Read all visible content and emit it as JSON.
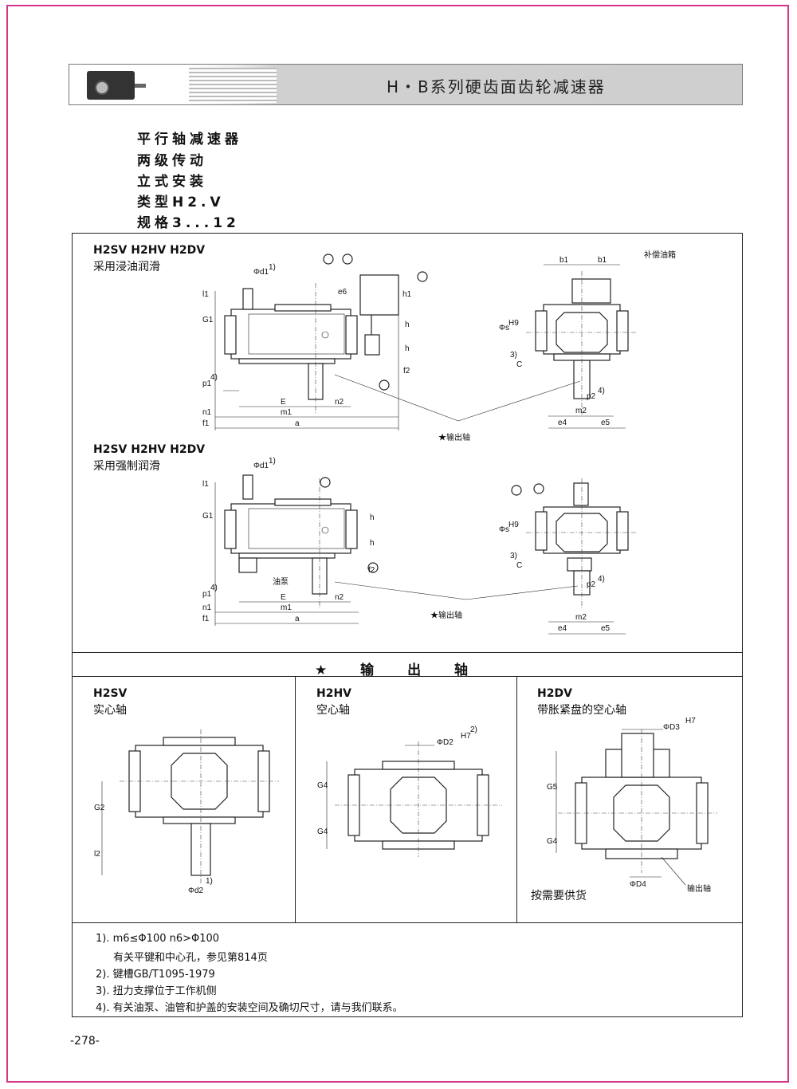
{
  "header": {
    "title": "H・B系列硬齿面齿轮减速器"
  },
  "subtitle": [
    "平行轴减速器",
    "两级传动",
    "立式安装",
    "类型H2.V",
    "规格3...12"
  ],
  "diagram1": {
    "types": "H2SV H2HV H2DV",
    "lubrication": "采用浸油润滑",
    "labels": [
      "Φd1",
      "1)",
      "e6",
      "l1",
      "h1",
      "G1",
      "h",
      "h",
      "f2",
      "p1",
      "4)",
      "E",
      "n2",
      "n1",
      "m1",
      "f1",
      "a"
    ],
    "right_labels": [
      "b1",
      "b1",
      "补偿油箱",
      "Φs",
      "H9",
      "3)",
      "C",
      "p2",
      "4)",
      "m2",
      "e4",
      "e5"
    ],
    "output_shaft": "★输出轴"
  },
  "diagram2": {
    "types": "H2SV H2HV H2DV",
    "lubrication": "采用强制润滑",
    "labels": [
      "Φd1",
      "1)",
      "l1",
      "G1",
      "h",
      "h",
      "f2",
      "油泵",
      "p1",
      "4)",
      "E",
      "n2",
      "n1",
      "m1",
      "f1",
      "a"
    ],
    "right_labels": [
      "Φs",
      "H9",
      "3)",
      "C",
      "p2",
      "4)",
      "m2",
      "e4",
      "e5"
    ],
    "output_shaft": "★输出轴"
  },
  "section_title": "★ 输 出 轴",
  "shafts": [
    {
      "type": "H2SV",
      "name": "实心轴",
      "labels": [
        "G2",
        "l2",
        "Φd2",
        "1)"
      ]
    },
    {
      "type": "H2HV",
      "name": "空心轴",
      "labels": [
        "ΦD2",
        "H7",
        "2)",
        "G4",
        "G4"
      ]
    },
    {
      "type": "H2DV",
      "name": "带胀紧盘的空心轴",
      "labels": [
        "ΦD3",
        "H7",
        "G5",
        "G4",
        "ΦD4",
        "输出轴"
      ],
      "note": "按需要供货"
    }
  ],
  "notes": [
    "1). m6≤Φ100  n6>Φ100",
    "有关平键和中心孔，参见第814页",
    "2). 键槽GB/T1095-1979",
    "3). 扭力支撑位于工作机侧",
    "4). 有关油泵、油管和护盖的安装空间及确切尺寸，请与我们联系。"
  ],
  "page_number": "-278-",
  "colors": {
    "frame": "#d6338a",
    "band": "#cfcfcf"
  }
}
